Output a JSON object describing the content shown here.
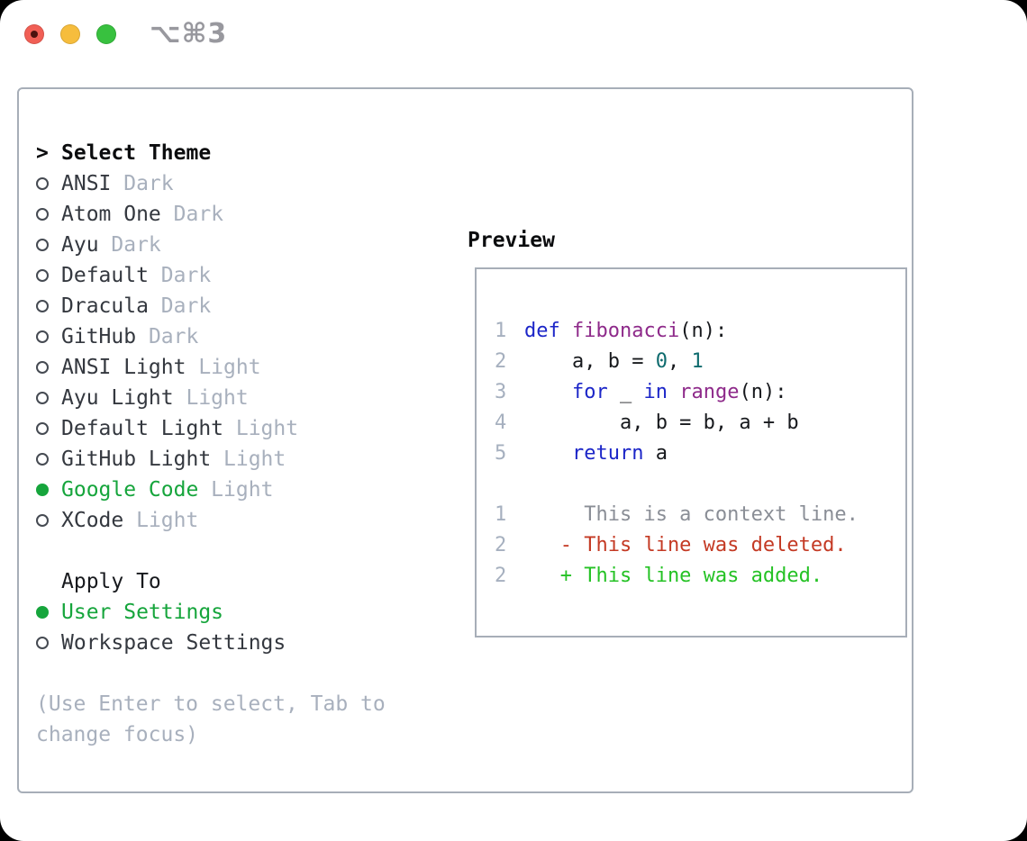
{
  "window": {
    "title": "⌥⌘3",
    "traffic_lights": [
      "close",
      "minimize",
      "zoom"
    ]
  },
  "theme_panel": {
    "header": {
      "cursor": ">",
      "label": "Select Theme"
    },
    "items": [
      {
        "name": "ANSI",
        "variant": "Dark",
        "selected": false
      },
      {
        "name": "Atom One",
        "variant": "Dark",
        "selected": false
      },
      {
        "name": "Ayu",
        "variant": "Dark",
        "selected": false
      },
      {
        "name": "Default",
        "variant": "Dark",
        "selected": false
      },
      {
        "name": "Dracula",
        "variant": "Dark",
        "selected": false
      },
      {
        "name": "GitHub",
        "variant": "Dark",
        "selected": false
      },
      {
        "name": "ANSI Light",
        "variant": "Light",
        "selected": false
      },
      {
        "name": "Ayu Light",
        "variant": "Light",
        "selected": false
      },
      {
        "name": "Default Light",
        "variant": "Light",
        "selected": false
      },
      {
        "name": "GitHub Light",
        "variant": "Light",
        "selected": false
      },
      {
        "name": "Google Code",
        "variant": "Light",
        "selected": true
      },
      {
        "name": "XCode",
        "variant": "Light",
        "selected": false
      }
    ],
    "apply_to": {
      "label": "Apply To",
      "options": [
        {
          "name": "User Settings",
          "selected": true
        },
        {
          "name": "Workspace Settings",
          "selected": false
        }
      ]
    },
    "hint_lines": [
      "(Use Enter to select, Tab to",
      "change focus)"
    ]
  },
  "preview": {
    "label": "Preview",
    "code_lines": [
      {
        "num": "1",
        "tokens": [
          [
            "def",
            "keyword"
          ],
          [
            " ",
            "plain"
          ],
          [
            "fibonacci",
            "title"
          ],
          [
            "(n):",
            "plain"
          ]
        ]
      },
      {
        "num": "2",
        "tokens": [
          [
            "    a, b = ",
            "plain"
          ],
          [
            "0",
            "number"
          ],
          [
            ", ",
            "plain"
          ],
          [
            "1",
            "number"
          ]
        ]
      },
      {
        "num": "3",
        "tokens": [
          [
            "    ",
            "plain"
          ],
          [
            "for",
            "keyword"
          ],
          [
            " _ ",
            "plain"
          ],
          [
            "in",
            "keyword"
          ],
          [
            " ",
            "plain"
          ],
          [
            "range",
            "title"
          ],
          [
            "(n):",
            "plain"
          ]
        ]
      },
      {
        "num": "4",
        "tokens": [
          [
            "        a, b = b, a + b",
            "plain"
          ]
        ]
      },
      {
        "num": "5",
        "tokens": [
          [
            "    ",
            "plain"
          ],
          [
            "return",
            "keyword"
          ],
          [
            " a",
            "plain"
          ]
        ]
      }
    ],
    "diff_lines": [
      {
        "num": "1",
        "kind": "context",
        "text": "     This is a context line."
      },
      {
        "num": "2",
        "kind": "deleted",
        "text": "   - This line was deleted."
      },
      {
        "num": "2",
        "kind": "added",
        "text": "   + This line was added."
      }
    ]
  },
  "colors": {
    "accent_green": "#16a53c",
    "keyword_blue": "#1c26c8",
    "function_purple": "#8e2a8a",
    "number_teal": "#0e6b6e",
    "deleted_red": "#c43a24",
    "added_green": "#25c225",
    "muted_gray": "#a8b0bd",
    "border_gray": "#a7aeb8"
  }
}
